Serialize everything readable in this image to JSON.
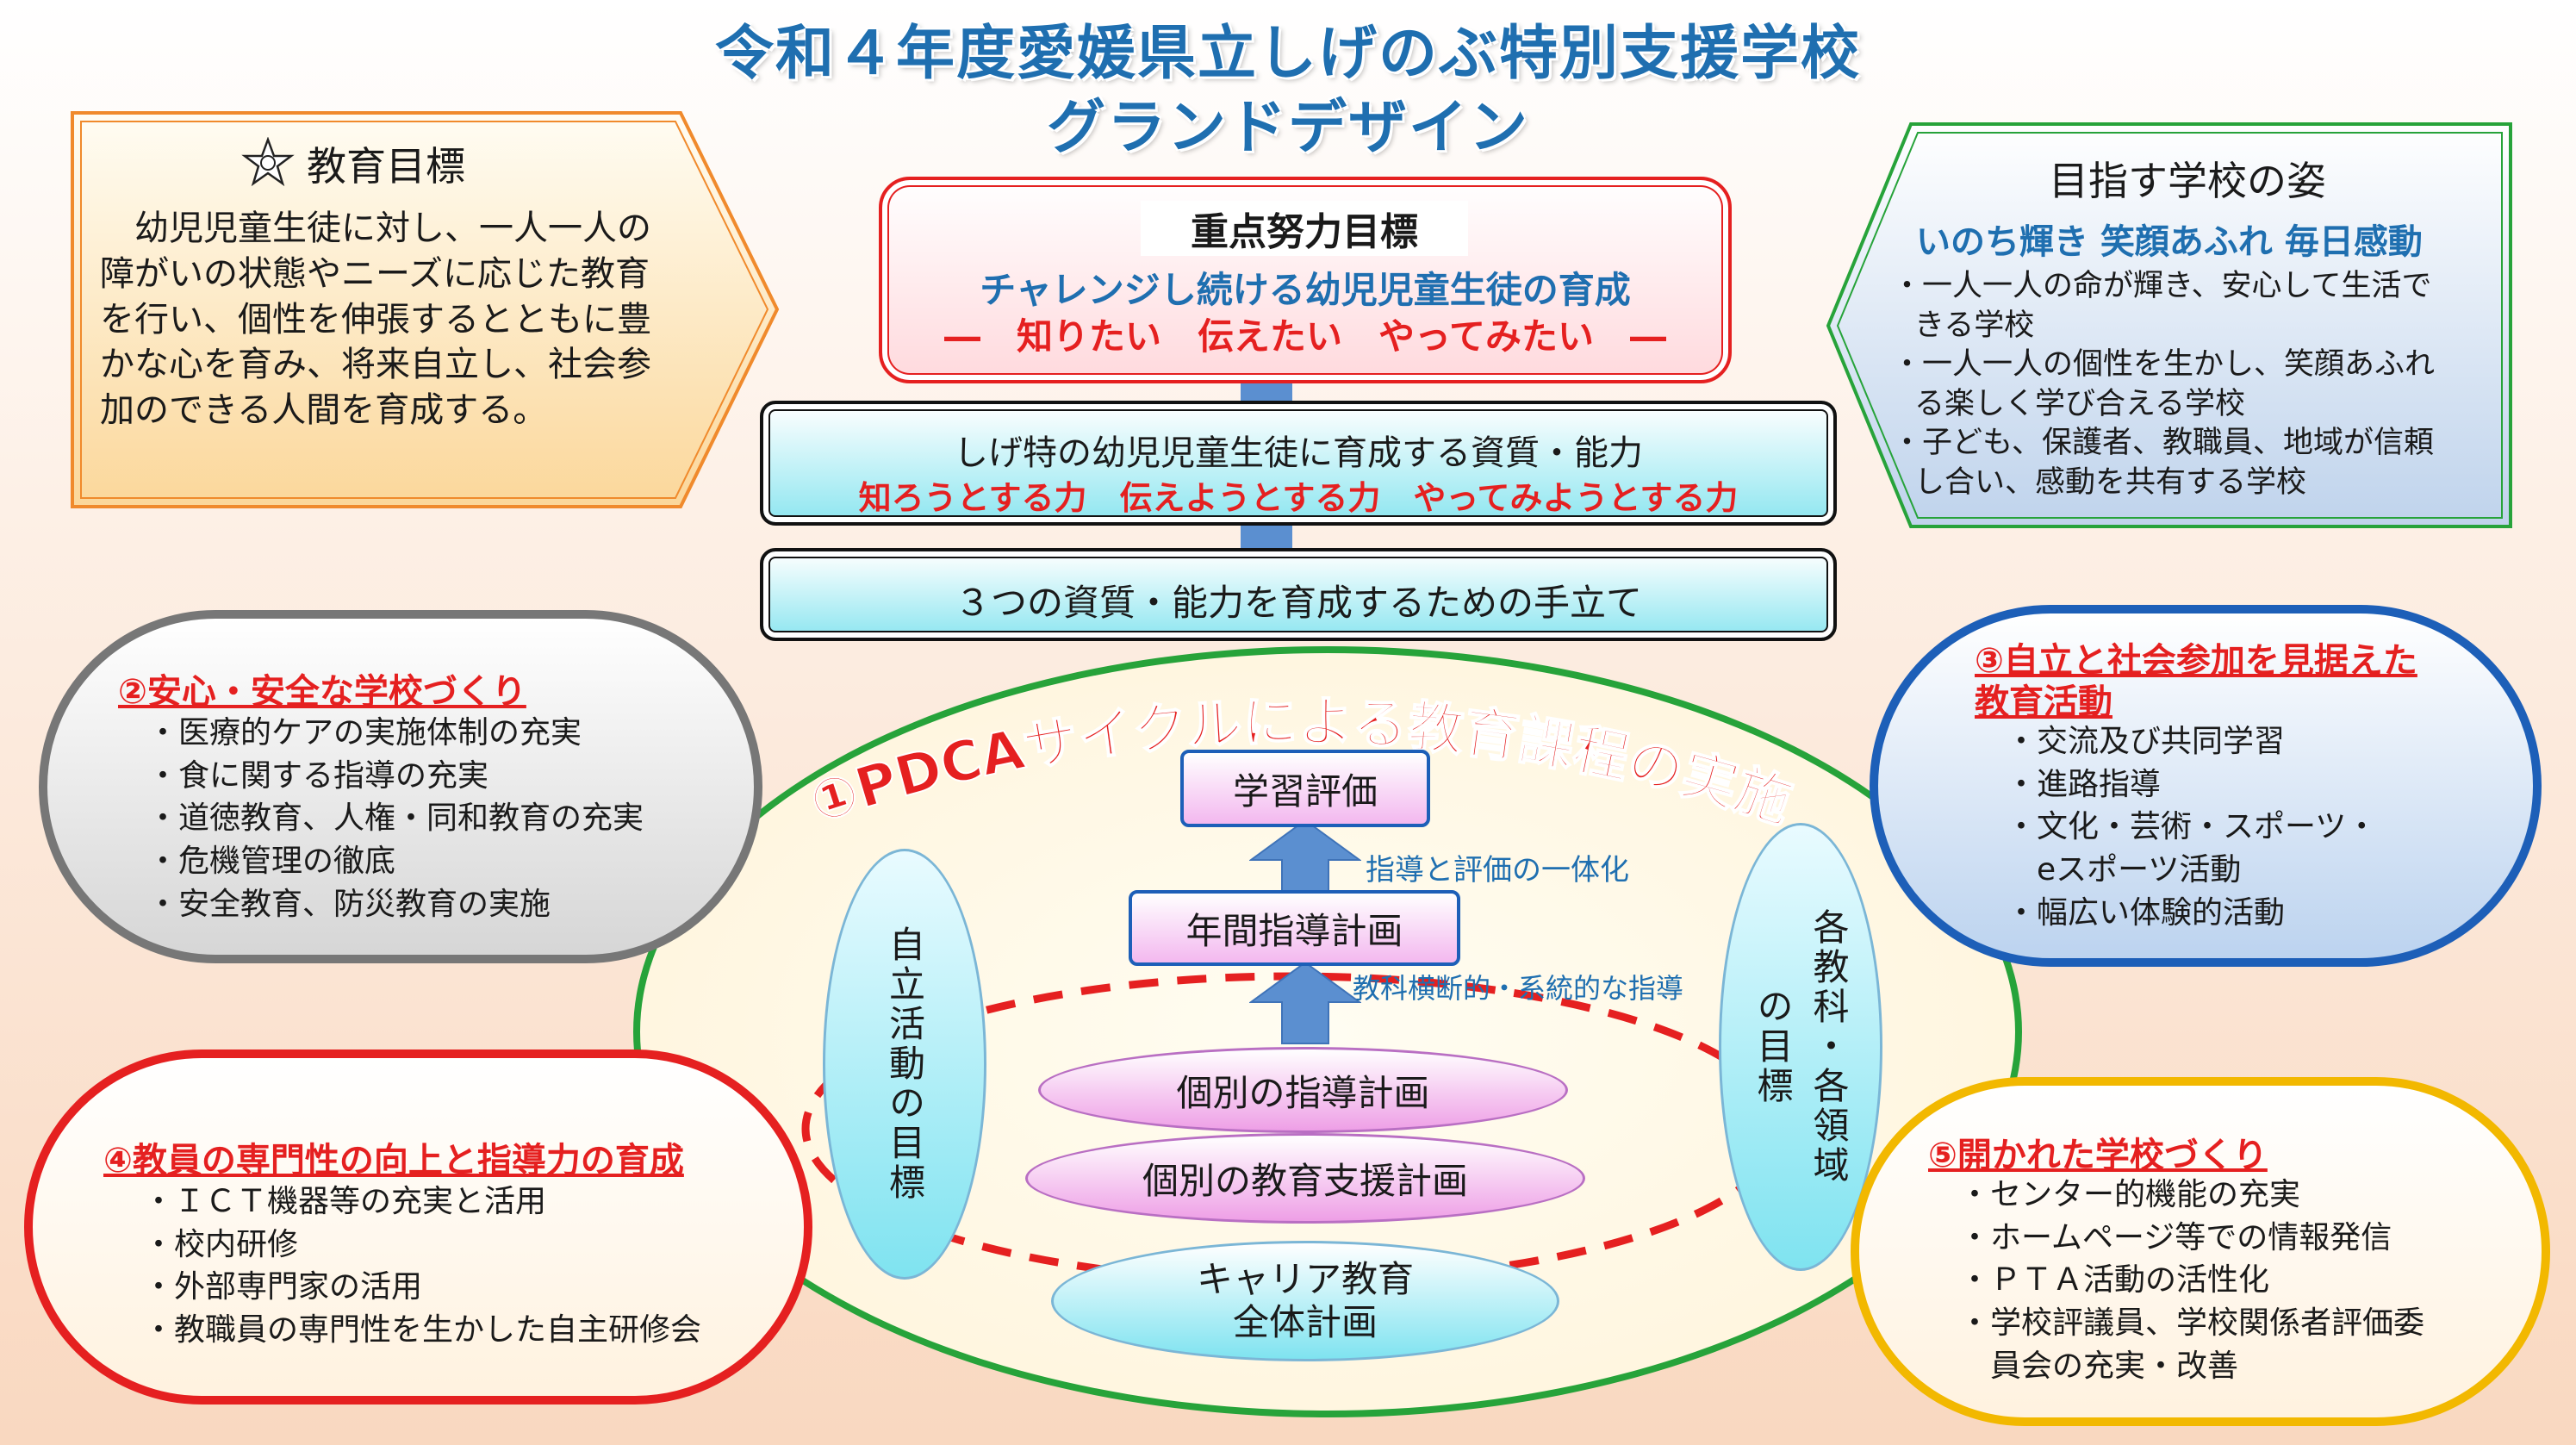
{
  "title": {
    "line1": "令和４年度愛媛県立しげのぶ特別支援学校",
    "line2": "グランドデザイン"
  },
  "education_goal": {
    "heading": "教育目標",
    "icon": "emblem-icon",
    "lines": [
      "幼児児童生徒に対し、一人一人の",
      "障がいの状態やニーズに応じた教育",
      "を行い、個性を伸張するとともに豊",
      "かな心を育み、将来自立し、社会参",
      "加のできる人間を育成する。"
    ]
  },
  "priority_goal": {
    "heading": "重点努力目標",
    "main": "チャレンジし続ける幼児児童生徒の育成",
    "sub": "―　知りたい　伝えたい　やってみたい　―"
  },
  "ideal_school": {
    "heading": "目指す学校の姿",
    "slogan": "いのち輝き 笑顔あふれ 毎日感動",
    "items": [
      {
        "l1": "・一人一人の命が輝き、安心して生活で",
        "l2": "きる学校"
      },
      {
        "l1": "・一人一人の個性を生かし、笑顔あふれ",
        "l2": "る楽しく学び合える学校"
      },
      {
        "l1": "・子ども、保護者、教職員、地域が信頼",
        "l2": "し合い、感動を共有する学校"
      }
    ]
  },
  "competencies": {
    "line1": "しげ特の幼児児童生徒に育成する資質・能力",
    "line2": "知ろうとする力　伝えようとする力　やってみようとする力"
  },
  "measures": {
    "label": "３つの資質・能力を育成するための手立て"
  },
  "center": {
    "heading": "①PDCAサイクルによる教育課程の実施",
    "evaluation": "学習評価",
    "annual_plan": "年間指導計画",
    "arrow_label_top": "指導と評価の一体化",
    "arrow_label_bottom": "教科横断的・系統的な指導",
    "individual_plan": "個別の指導計画",
    "support_plan": "個別の教育支援計画",
    "career_l1": "キャリア教育",
    "career_l2": "全体計画",
    "left_oval": "自立活動の目標",
    "right_oval_l1": "各教科・各領域",
    "right_oval_l2": "の目標"
  },
  "safe_school": {
    "heading": "②安心・安全な学校づくり",
    "items": [
      "・医療的ケアの実施体制の充実",
      "・食に関する指導の充実",
      "・道徳教育、人権・同和教育の充実",
      "・危機管理の徹底",
      "・安全教育、防災教育の実施"
    ]
  },
  "independence": {
    "heading_l1": "③自立と社会参加を見据えた",
    "heading_l2": "教育活動",
    "items": [
      "・交流及び共同学習",
      "・進路指導",
      "・文化・芸術・スポーツ・",
      "　eスポーツ活動",
      "・幅広い体験的活動"
    ]
  },
  "teacher": {
    "heading": "④教員の専門性の向上と指導力の育成",
    "items": [
      "・ＩＣＴ機器等の充実と活用",
      "・校内研修",
      "・外部専門家の活用",
      "・教職員の専門性を生かした自主研修会"
    ]
  },
  "open_school": {
    "heading": "⑤開かれた学校づくり",
    "items": [
      "・センター的機能の充実",
      "・ホームページ等での情報発信",
      "・ＰＴＡ活動の活性化",
      "・学校評議員、学校関係者評価委",
      "　員会の充実・改善"
    ]
  },
  "colors": {
    "title": "#1f6fb0",
    "accent_red": "#e52020",
    "green": "#27a33a",
    "blue": "#1d5fb8",
    "yellow": "#f2b800",
    "gray": "#777777",
    "arrow": "#5b8fd0"
  }
}
